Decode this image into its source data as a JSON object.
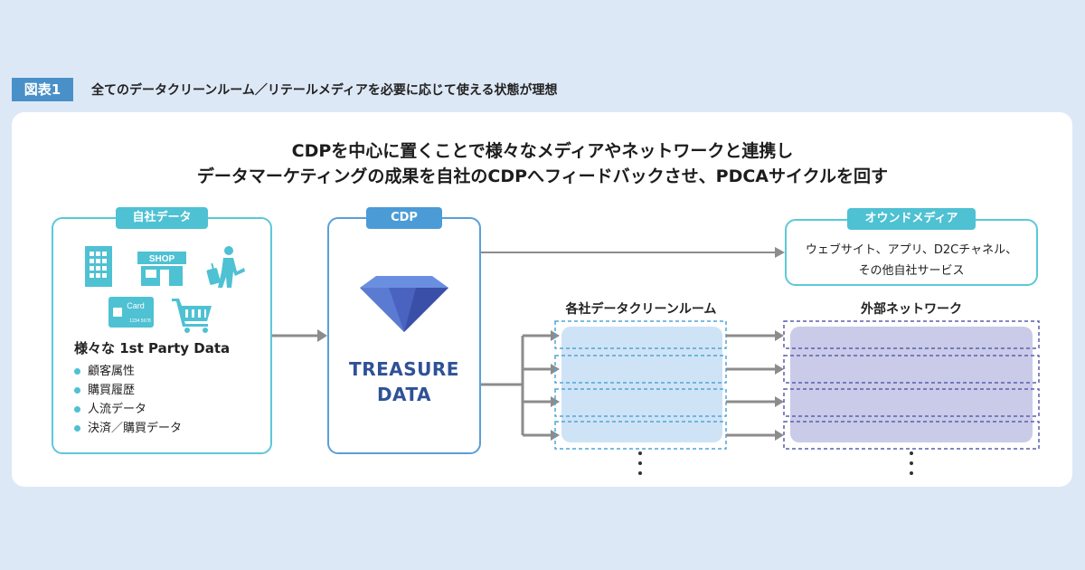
{
  "figure": {
    "badge": "図表1",
    "title": "全てのデータクリーンルーム／リテールメディアを必要に応じて使える状態が理想"
  },
  "headline": {
    "line1": "CDPを中心に置くことで様々なメディアやネットワークと連携し",
    "line2": "データマーケティングの成果を自社のCDPへフィードバックさせ、PDCAサイクルを回す"
  },
  "own_data": {
    "label": "自社データ",
    "icons": [
      "building-icon",
      "shop-icon",
      "traveler-icon",
      "card-icon",
      "cart-icon"
    ],
    "shop_sign": "SHOP",
    "card_label": "Card",
    "card_number": "1234 5678",
    "title": "様々な 1st Party Data",
    "items": [
      "顧客属性",
      "購買履歴",
      "人流データ",
      "決済／購買データ"
    ]
  },
  "cdp": {
    "label": "CDP",
    "logo_line1": "TREASURE",
    "logo_line2": "DATA"
  },
  "owned_media": {
    "label": "オウンドメディア",
    "line1": "ウェブサイト、アプリ、D2Cチャネル、",
    "line2": "その他自社サービス"
  },
  "clean_room": {
    "label": "各社データクリーンルーム",
    "rows": 4
  },
  "external": {
    "label": "外部ネットワーク",
    "rows": 4
  },
  "colors": {
    "teal": "#4ec1d3",
    "blue": "#4b9bd6",
    "navy": "#2f5196",
    "clean_room_fill": "#cfe3f6",
    "network_fill": "#c9cbe8",
    "arrow": "#8c8c8c"
  }
}
